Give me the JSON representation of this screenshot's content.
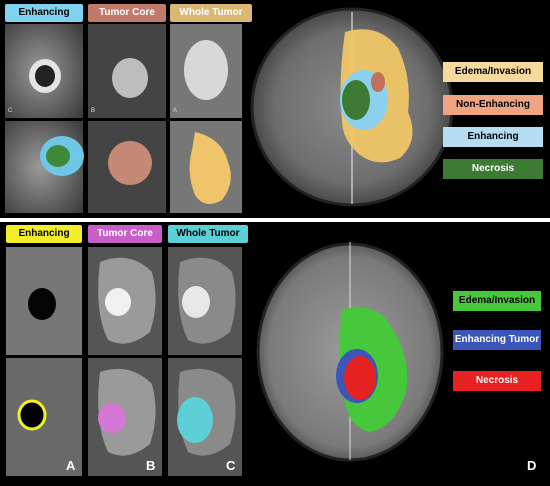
{
  "top": {
    "tags": {
      "enhancing": "Enhancing",
      "tumor_core": "Tumor Core",
      "whole_tumor": "Whole Tumor"
    },
    "tag_colors": {
      "enhancing": "#7fd3f0",
      "tumor_core": "#c07a6a",
      "whole_tumor": "#d9b873"
    },
    "small_letters": {
      "c": "C",
      "b": "B",
      "a": "A"
    },
    "legend": [
      {
        "label": "Edema/Invasion",
        "color": "#f7d99b"
      },
      {
        "label": "Non-Enhancing",
        "color": "#f0a582"
      },
      {
        "label": "Enhancing",
        "color": "#b5dcf0"
      },
      {
        "label": "Necrosis",
        "color": "#3d7a34"
      }
    ]
  },
  "bottom": {
    "tags": {
      "enhancing": "Enhancing",
      "tumor_core": "Tumor Core",
      "whole_tumor": "Whole Tumor"
    },
    "tag_colors": {
      "enhancing": "#f2ee2a",
      "tumor_core": "#c85ec8",
      "whole_tumor": "#5cd0d6"
    },
    "letters": {
      "a": "A",
      "b": "B",
      "c": "C",
      "d": "D"
    },
    "legend": [
      {
        "label": "Edema/Invasion",
        "color": "#46c83a"
      },
      {
        "label": "Enhancing Tumor",
        "color": "#3b55b8"
      },
      {
        "label": "Necrosis",
        "color": "#e52121"
      }
    ]
  }
}
